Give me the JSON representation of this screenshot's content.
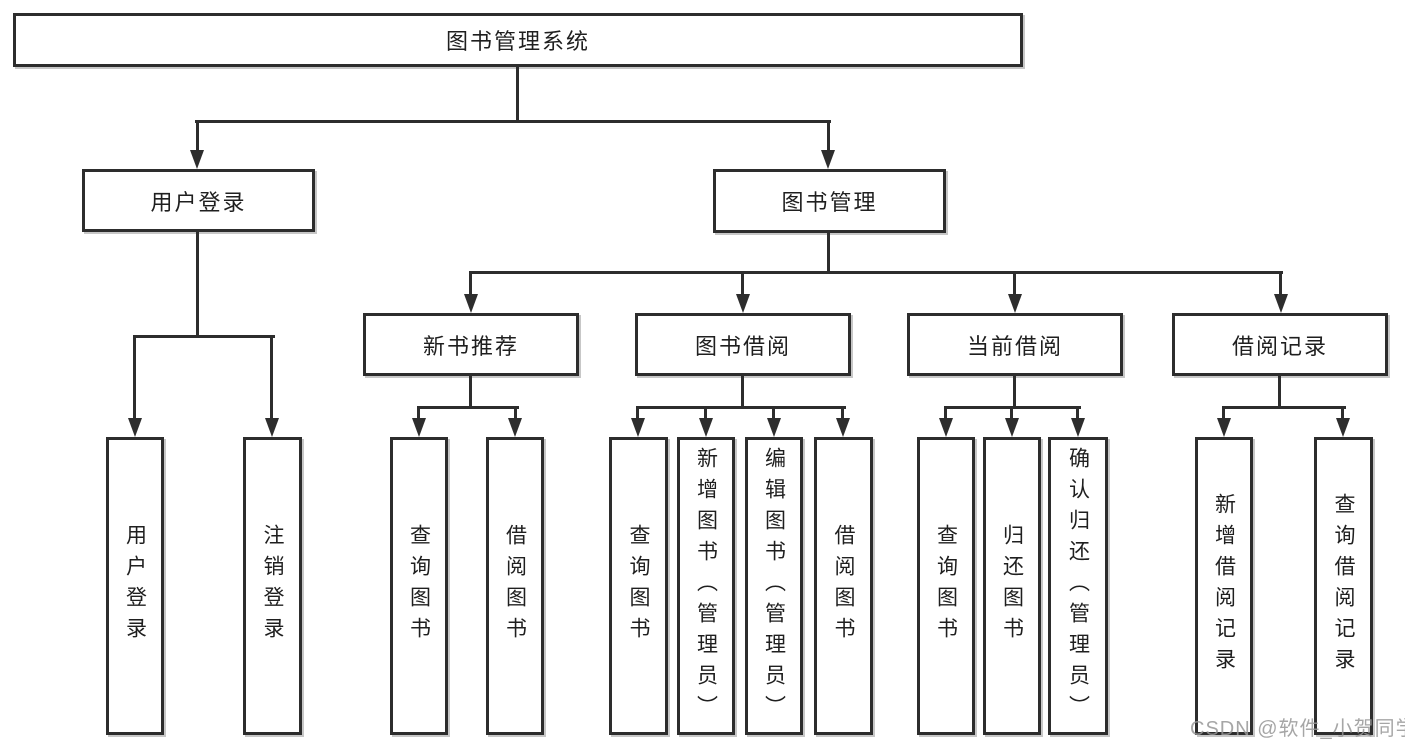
{
  "diagram": {
    "root": {
      "label": "图书管理系统"
    },
    "branches": {
      "user_login": {
        "label": "用户登录"
      },
      "book_mgmt": {
        "label": "图书管理"
      },
      "new_book_rec": {
        "label": "新书推荐"
      },
      "book_borrow": {
        "label": "图书借阅"
      },
      "current_borrow": {
        "label": "当前借阅"
      },
      "borrow_record": {
        "label": "借阅记录"
      }
    },
    "leaves": {
      "user_login": {
        "label": "用户登录"
      },
      "logout": {
        "label": "注销登录"
      },
      "rec_query": {
        "label": "查询图书"
      },
      "rec_borrow": {
        "label": "借阅图书"
      },
      "bor_query": {
        "label": "查询图书"
      },
      "bor_add": {
        "label": "新增图书（管理员）"
      },
      "bor_edit": {
        "label": "编辑图书（管理员）"
      },
      "bor_borrow": {
        "label": "借阅图书"
      },
      "cur_query": {
        "label": "查询图书"
      },
      "cur_return": {
        "label": "归还图书"
      },
      "cur_confirm": {
        "label": "确认归还（管理员）"
      },
      "record_add": {
        "label": "新增借阅记录"
      },
      "record_query": {
        "label": "查询借阅记录"
      }
    }
  },
  "watermark": {
    "text": "CSDN @软件_小贺同学"
  },
  "colors": {
    "line": "#2d2d2d",
    "box_fill": "#ffffff",
    "text": "#1f1f1f",
    "watermark": "#969696",
    "background": "#ffffff"
  }
}
